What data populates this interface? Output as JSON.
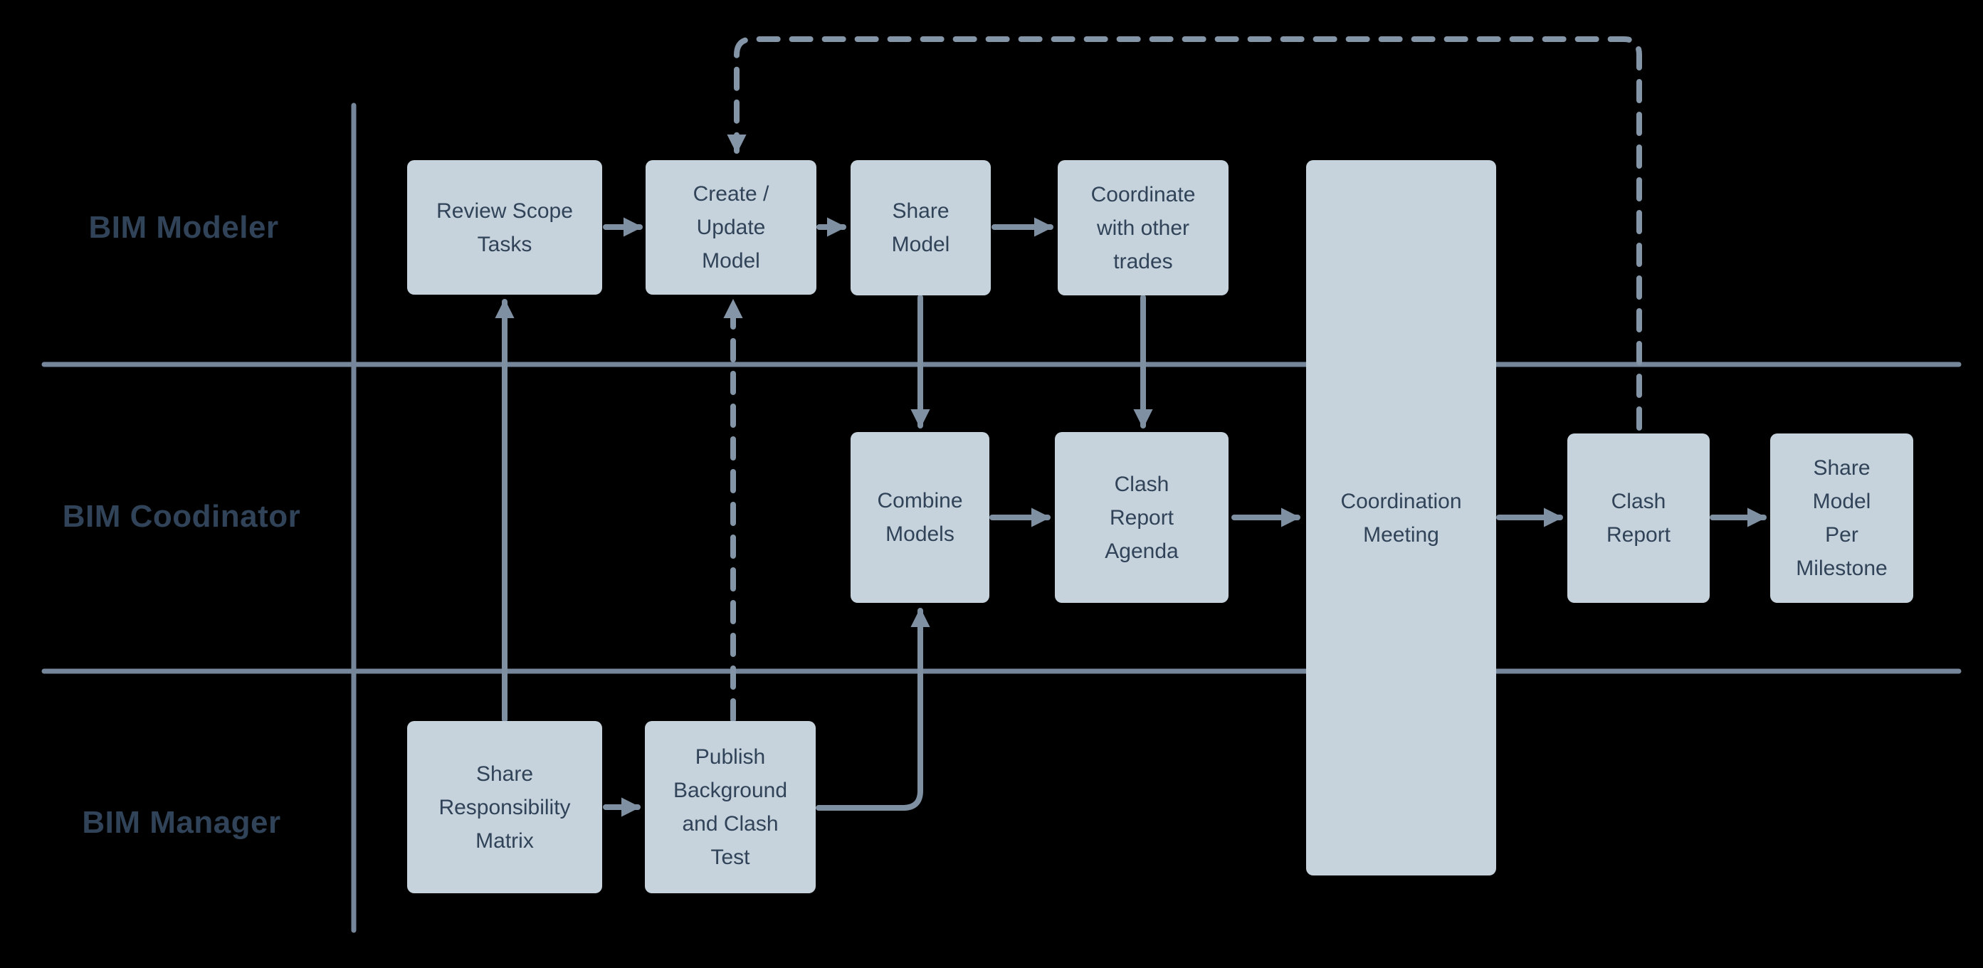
{
  "diagram_type": "swimlane-flowchart",
  "lanes": [
    {
      "label": "BIM Modeler"
    },
    {
      "label": "BIM Coodinator"
    },
    {
      "label": "BIM Manager"
    }
  ],
  "nodes": {
    "review_scope_tasks": {
      "lines": [
        "Review Scope",
        "Tasks"
      ]
    },
    "create_update_model": {
      "lines": [
        "Create /",
        "Update",
        "Model"
      ]
    },
    "share_model": {
      "lines": [
        "Share",
        "Model"
      ]
    },
    "coordinate_trades": {
      "lines": [
        "Coordinate",
        "with other",
        "trades"
      ]
    },
    "combine_models": {
      "lines": [
        "Combine",
        "Models"
      ]
    },
    "clash_report_agenda": {
      "lines": [
        "Clash",
        "Report",
        "Agenda"
      ]
    },
    "coordination_meeting": {
      "lines": [
        "Coordination",
        "Meeting"
      ]
    },
    "clash_report": {
      "lines": [
        "Clash",
        "Report"
      ]
    },
    "share_model_per_milestone": {
      "lines": [
        "Share",
        "Model",
        "Per",
        "Milestone"
      ]
    },
    "share_responsibility_matrix": {
      "lines": [
        "Share",
        "Responsibility",
        "Matrix"
      ]
    },
    "publish_background_clash_test": {
      "lines": [
        "Publish",
        "Background",
        "and Clash",
        "Test"
      ]
    }
  },
  "colors": {
    "background": "#000000",
    "node_fill": "#c7d3dc",
    "node_text": "#304358",
    "lane_label": "#304358",
    "lane_line": "#76879b",
    "connector": "#7e90a2",
    "dashed_connector": "#8395a7"
  }
}
